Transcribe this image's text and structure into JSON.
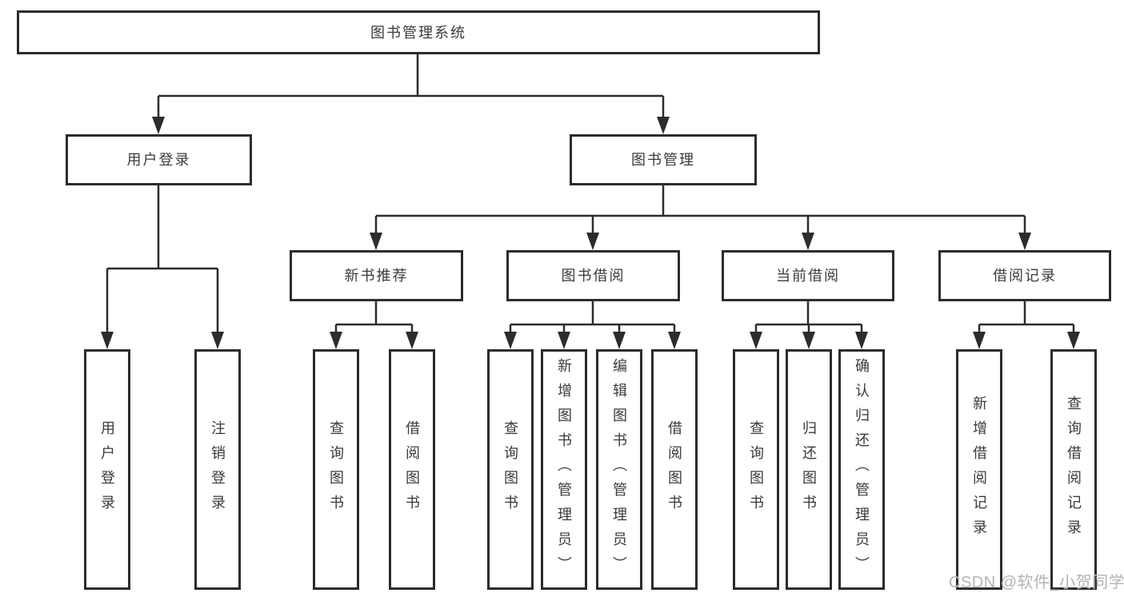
{
  "title": "图书管理系统",
  "watermark": "CSDN @软件_小贺同学",
  "colors": {
    "line": "#2c2c2c",
    "border": "#2c2c2c",
    "text": "#3a3a3a",
    "watermark": "#b3b3b3",
    "background": "#ffffff"
  },
  "nodes": {
    "root": "图书管理系统",
    "user_login": "用户登录",
    "book_mgmt": "图书管理",
    "new_book_rec": "新书推荐",
    "book_borrow": "图书借阅",
    "current_borrow": "当前借阅",
    "borrow_record": "借阅记录",
    "ul_user_login": "用户登录",
    "ul_logout": "注销登录",
    "nb_query_book": "查询图书",
    "nb_borrow_book": "借阅图书",
    "bb_query_book": "查询图书",
    "bb_add_book": "新增图书（管理员）",
    "bb_edit_book": "编辑图书（管理员）",
    "bb_borrow_book": "借阅图书",
    "cb_query_book": "查询图书",
    "cb_return_book": "归还图书",
    "cb_confirm_return": "确认归还（管理员）",
    "br_add_record": "新增借阅记录",
    "br_query_record": "查询借阅记录"
  },
  "hierarchy": [
    {
      "parent": "图书管理系统",
      "children": [
        "用户登录",
        "图书管理"
      ]
    },
    {
      "parent": "用户登录",
      "children": [
        "用户登录",
        "注销登录"
      ]
    },
    {
      "parent": "图书管理",
      "children": [
        "新书推荐",
        "图书借阅",
        "当前借阅",
        "借阅记录"
      ]
    },
    {
      "parent": "新书推荐",
      "children": [
        "查询图书",
        "借阅图书"
      ]
    },
    {
      "parent": "图书借阅",
      "children": [
        "查询图书",
        "新增图书（管理员）",
        "编辑图书（管理员）",
        "借阅图书"
      ]
    },
    {
      "parent": "当前借阅",
      "children": [
        "查询图书",
        "归还图书",
        "确认归还（管理员）"
      ]
    },
    {
      "parent": "借阅记录",
      "children": [
        "新增借阅记录",
        "查询借阅记录"
      ]
    }
  ]
}
